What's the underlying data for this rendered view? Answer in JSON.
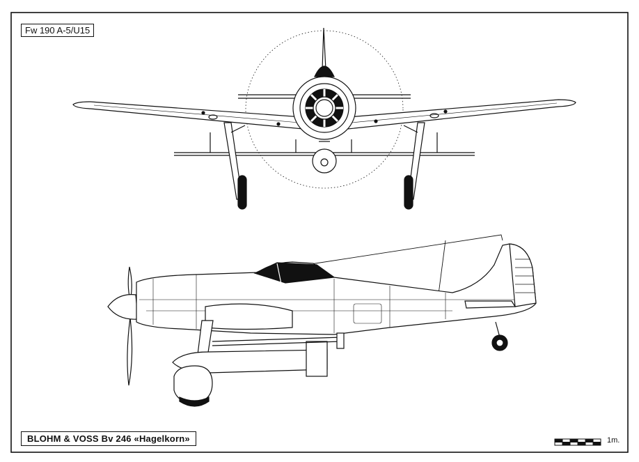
{
  "sheet": {
    "variant_label": "Fw 190 A-5/U15",
    "title": "BLOHM & VOSS  Bv 246  «Hagelkorn»",
    "scale_label": "1m."
  },
  "views": [
    "front-view",
    "side-view"
  ],
  "colors": {
    "line": "#111111",
    "paper": "#ffffff",
    "fill_dark": "#111111"
  }
}
